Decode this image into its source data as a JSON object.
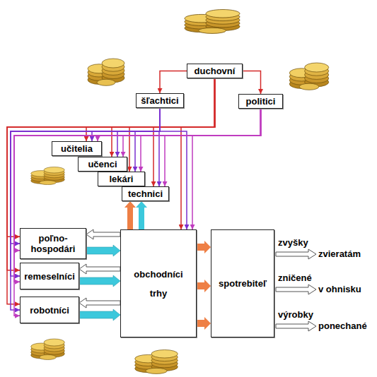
{
  "diagram": {
    "nodes": [
      {
        "text": [
          "duchovní"
        ]
      },
      {
        "text": [
          "šľachtici"
        ]
      },
      {
        "text": [
          "politici"
        ]
      },
      {
        "text": [
          "učitelia"
        ]
      },
      {
        "text": [
          "učenci"
        ]
      },
      {
        "text": [
          "lekári"
        ]
      },
      {
        "text": [
          "technici"
        ]
      },
      {
        "text": [
          "poľno- hospodári"
        ]
      },
      {
        "text": [
          "remeselníci"
        ]
      },
      {
        "text": [
          "robotníci"
        ]
      },
      {
        "text": [
          "obchodníci",
          "trhy"
        ]
      },
      {
        "text": [
          "spotrebiteľ"
        ]
      }
    ],
    "edges": [
      {
        "from": 0,
        "to": 1,
        "arrow": "to"
      },
      {
        "from": 0,
        "to": 2,
        "arrow": "to"
      },
      {
        "from": 0,
        "to": 3,
        "arrow": "to"
      },
      {
        "from": 0,
        "to": 4,
        "arrow": "to"
      },
      {
        "from": 0,
        "to": 5,
        "arrow": "to"
      },
      {
        "from": 0,
        "to": 6,
        "arrow": "to"
      },
      {
        "from": 0,
        "to": 10,
        "arrow": "to"
      },
      {
        "from": 0,
        "to": 7,
        "arrow": "to"
      },
      {
        "from": 0,
        "to": 8,
        "arrow": "to"
      },
      {
        "from": 0,
        "to": 9,
        "arrow": "to"
      },
      {
        "from": 1,
        "to": 3,
        "arrow": "to"
      },
      {
        "from": 1,
        "to": 4,
        "arrow": "to"
      },
      {
        "from": 1,
        "to": 5,
        "arrow": "to"
      },
      {
        "from": 1,
        "to": 6,
        "arrow": "to"
      },
      {
        "from": 1,
        "to": 10,
        "arrow": "to"
      },
      {
        "from": 1,
        "to": 7,
        "arrow": "to"
      },
      {
        "from": 1,
        "to": 8,
        "arrow": "to"
      },
      {
        "from": 1,
        "to": 9,
        "arrow": "to"
      },
      {
        "from": 2,
        "to": 3,
        "arrow": "to"
      },
      {
        "from": 2,
        "to": 4,
        "arrow": "to"
      },
      {
        "from": 2,
        "to": 5,
        "arrow": "to"
      },
      {
        "from": 2,
        "to": 6,
        "arrow": "to"
      },
      {
        "from": 2,
        "to": 10,
        "arrow": "to"
      },
      {
        "from": 2,
        "to": 7,
        "arrow": "to"
      },
      {
        "from": 2,
        "to": 8,
        "arrow": "to"
      },
      {
        "from": 2,
        "to": 9,
        "arrow": "to"
      },
      {
        "from": 10,
        "to": 6,
        "arrow": "to"
      },
      {
        "from": 10,
        "to": 6,
        "arrow": "to"
      },
      {
        "from": 10,
        "to": 7,
        "arrow": "to"
      },
      {
        "from": 7,
        "to": 10,
        "arrow": "to"
      },
      {
        "from": 10,
        "to": 8,
        "arrow": "to"
      },
      {
        "from": 8,
        "to": 10,
        "arrow": "to"
      },
      {
        "from": 10,
        "to": 9,
        "arrow": "to"
      },
      {
        "from": 9,
        "to": 10,
        "arrow": "to"
      },
      {
        "from": 10,
        "to": 11,
        "arrow": "to"
      },
      {
        "from": 10,
        "to": 11,
        "arrow": "to"
      },
      {
        "from": 10,
        "to": 11,
        "arrow": "to"
      }
    ],
    "labels": [
      "zvyšky",
      "zvieratám",
      "zničené",
      "v ohnisku",
      "výrobky",
      "ponechané"
    ]
  }
}
